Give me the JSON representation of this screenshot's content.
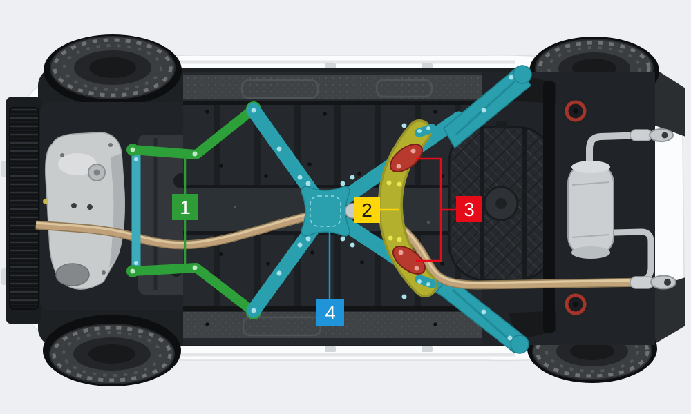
{
  "scene": {
    "description": "Bottom view of a car chassis with color-highlighted underbody braces and numbered callouts",
    "background_color": "#edeff2"
  },
  "callouts": [
    {
      "number": "1",
      "color": "#2f9d37",
      "text_color": "#ffffff",
      "target": "front-lower-brace"
    },
    {
      "number": "2",
      "color": "#ffd60a",
      "text_color": "#1d1d1b",
      "target": "rear-arc-brace"
    },
    {
      "number": "3",
      "color": "#e60b18",
      "text_color": "#ffffff",
      "target": "brace-dampers"
    },
    {
      "number": "4",
      "color": "#2094d8",
      "text_color": "#ffffff",
      "target": "center-x-brace"
    }
  ],
  "highlights": {
    "teal": "#2a9fae",
    "teal_light": "#3cabbb",
    "green": "#2da03a",
    "yellow": "#b3b12c",
    "red": "#b8392e"
  }
}
